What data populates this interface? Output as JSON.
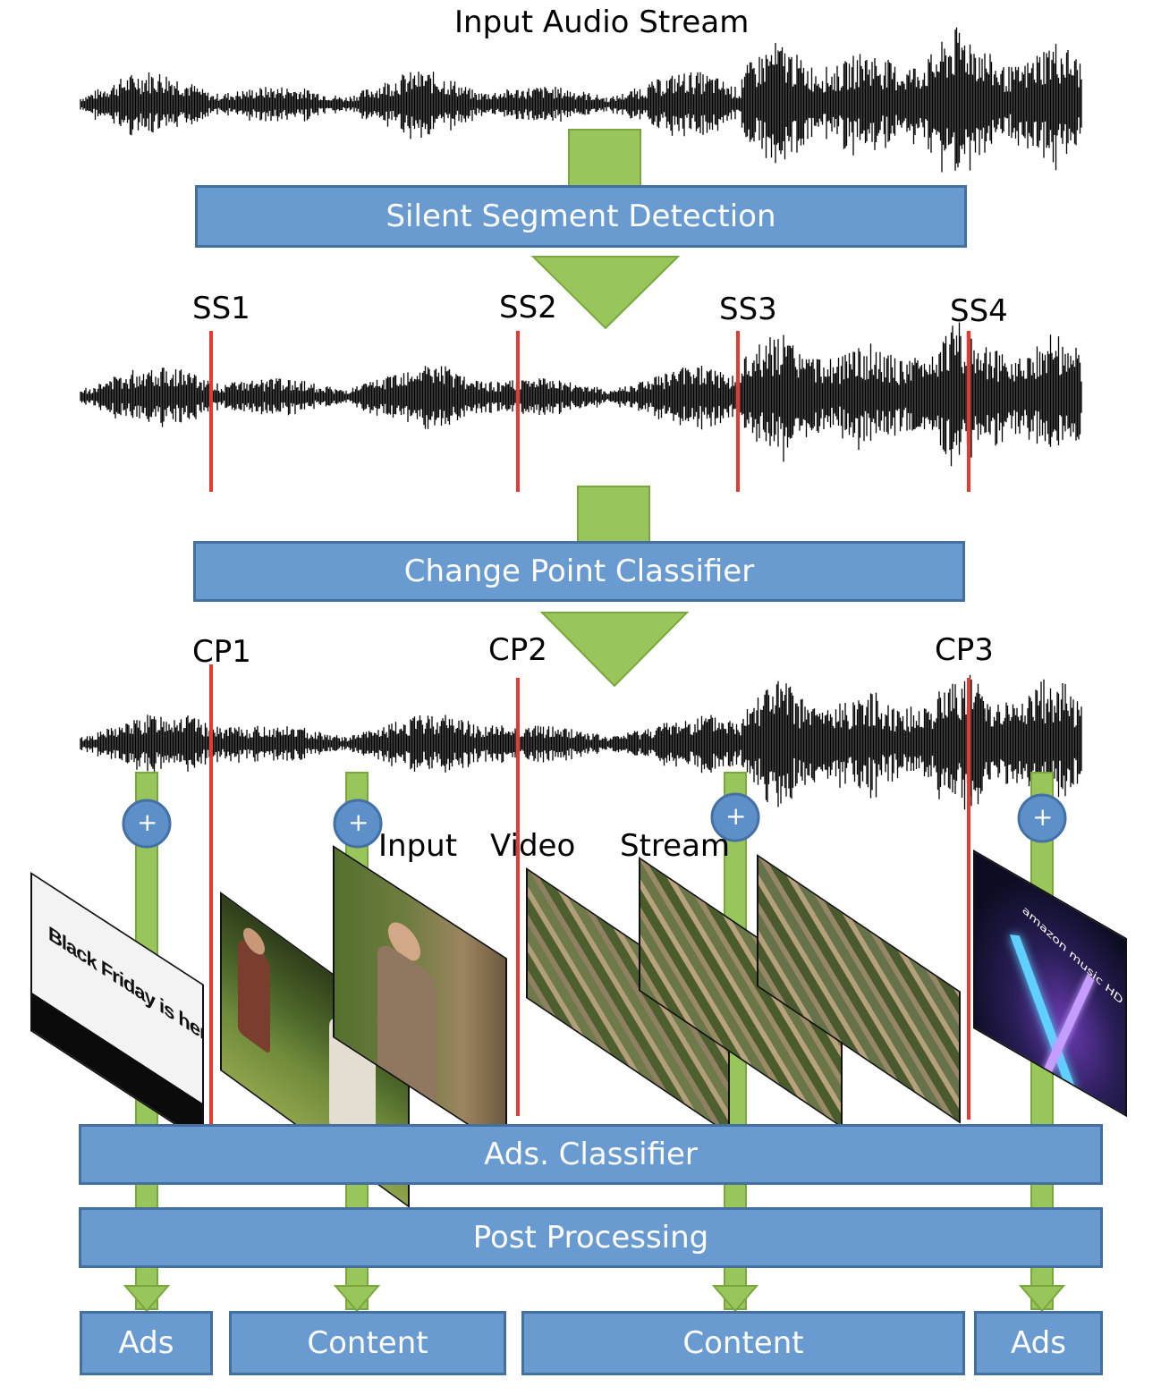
{
  "title": "Input Audio Stream",
  "steps": {
    "silent_detection": "Silent Segment Detection",
    "change_point": "Change Point Classifier",
    "ads_classifier": "Ads. Classifier",
    "post_processing": "Post Processing"
  },
  "silent_segments": [
    "SS1",
    "SS2",
    "SS3",
    "SS4"
  ],
  "change_points": [
    "CP1",
    "CP2",
    "CP3"
  ],
  "video_label": [
    "Input",
    "Video",
    "Stream"
  ],
  "plus_symbol": "+",
  "frame_texts": {
    "ad1": "Black Friday is here",
    "ad2": "amazon music HD"
  },
  "outputs": [
    "Ads",
    "Content",
    "Content",
    "Ads"
  ],
  "colors": {
    "box_fill": "#6a9bd0",
    "box_border": "#456f9e",
    "arrow": "#99c65a",
    "marker_line": "#e53a2f",
    "waveform": "#000000"
  }
}
